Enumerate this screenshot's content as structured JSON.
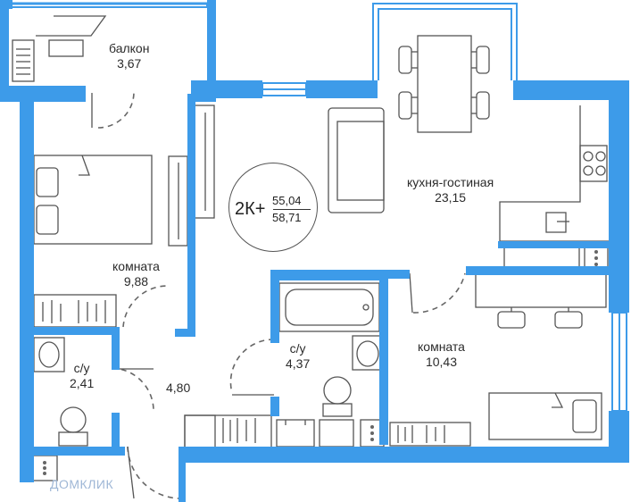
{
  "layout_type": "2К+",
  "area_living": "55,04",
  "area_total": "58,71",
  "rooms": {
    "balcony": {
      "name": "балкон",
      "area": "3,67"
    },
    "kitchen": {
      "name": "кухня-гостиная",
      "area": "23,15"
    },
    "room1": {
      "name": "комната",
      "area": "9,88"
    },
    "room2": {
      "name": "комната",
      "area": "10,43"
    },
    "bath1": {
      "name": "с/у",
      "area": "4,37"
    },
    "bath2": {
      "name": "с/у",
      "area": "2,41"
    },
    "hall": {
      "area": "4,80"
    }
  },
  "watermark": "ДОМКЛИК",
  "colors": {
    "wall": "#3d9be9",
    "line": "#555555",
    "wall_light": "#a7cdf0"
  }
}
